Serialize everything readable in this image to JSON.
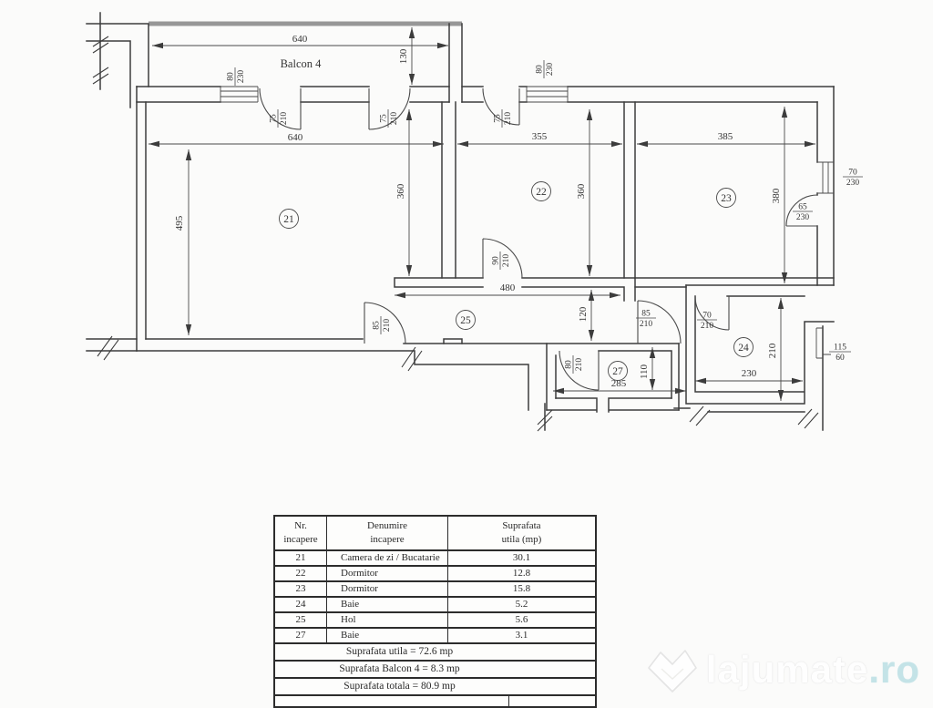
{
  "plan": {
    "balcony": {
      "label": "Balcon 4"
    },
    "rooms": {
      "r21": "21",
      "r22": "22",
      "r23": "23",
      "r24": "24",
      "r25": "25",
      "r27": "27"
    },
    "dims": {
      "balcony_w": "640",
      "balcony_d": "130",
      "living_w": "640",
      "r22_w": "355",
      "r23_w": "385",
      "living_h": "495",
      "r21_right": "360",
      "r22_right": "360",
      "r23_right": "380",
      "hall_w": "480",
      "hall_d": "120",
      "b27_w": "285",
      "b27_d": "110",
      "r24_w": "230",
      "r24_h": "210"
    },
    "openings": {
      "win_balcony": {
        "w": "80",
        "h": "230"
      },
      "door_balcony_left": {
        "w": "75",
        "h": "210"
      },
      "door_balcony_right": {
        "w": "75",
        "h": "210"
      },
      "win_r22": {
        "w": "80",
        "h": "230"
      },
      "door_r22": {
        "w": "75",
        "h": "210"
      },
      "win_r23": {
        "w": "70",
        "h": "230"
      },
      "door_r23": {
        "w": "65",
        "h": "230"
      },
      "door_kitchen": {
        "w": "90",
        "h": "210"
      },
      "door_living": {
        "w": "85",
        "h": "210"
      },
      "door_vest": {
        "w": "85",
        "h": "210"
      },
      "door_b24": {
        "w": "70",
        "h": "210"
      },
      "door_b27": {
        "w": "80",
        "h": "210"
      },
      "win_b24": {
        "w": "115",
        "h": "60"
      }
    }
  },
  "table": {
    "header": {
      "c1l1": "Nr.",
      "c1l2": "incapere",
      "c2l1": "Denumire",
      "c2l2": "incapere",
      "c3l1": "Suprafata",
      "c3l2": "utila (mp)"
    },
    "rows": [
      {
        "nr": "21",
        "name": "Camera de zi / Bucatarie",
        "area": "30.1"
      },
      {
        "nr": "22",
        "name": "Dormitor",
        "area": "12.8"
      },
      {
        "nr": "23",
        "name": "Dormitor",
        "area": "15.8"
      },
      {
        "nr": "24",
        "name": "Baie",
        "area": "5.2"
      },
      {
        "nr": "25",
        "name": "Hol",
        "area": "5.6"
      },
      {
        "nr": "27",
        "name": "Baie",
        "area": "3.1"
      }
    ],
    "summary": [
      "Suprafata utila = 72.6 mp",
      "Suprafata Balcon 4 = 8.3 mp",
      "Suprafata totala = 80.9 mp"
    ]
  },
  "watermark": {
    "name": "lajumate",
    "tld": ".ro"
  }
}
